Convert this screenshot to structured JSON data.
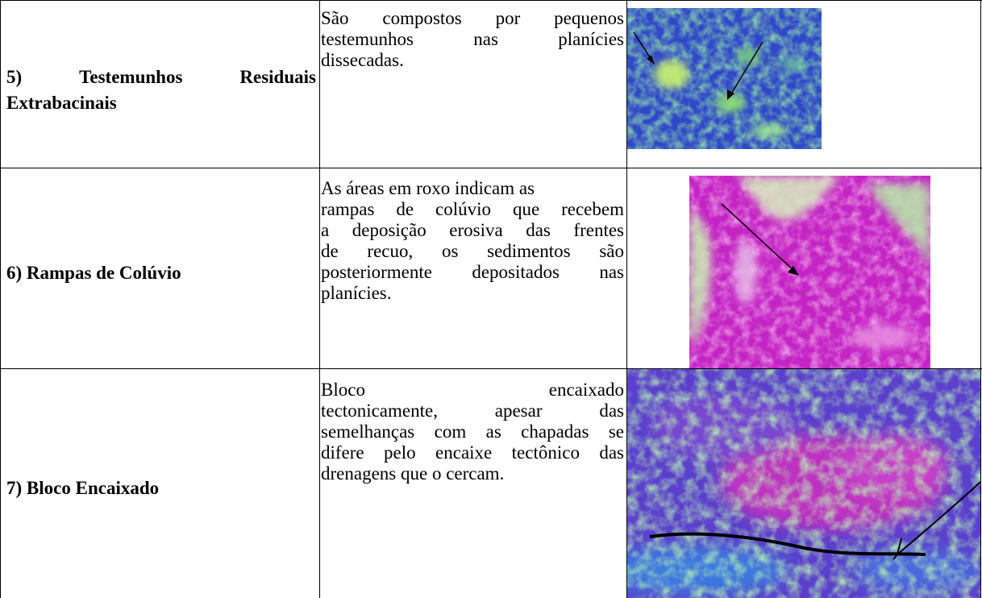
{
  "rows": [
    {
      "label": {
        "part1": "5)",
        "part2": "Testemunhos",
        "part3": "Residuais",
        "line2": "Extrabacinais"
      },
      "description": {
        "l1": "São compostos por pequenos",
        "l2a": "testemunhos",
        "l2b": "nas",
        "l2c": "planícies",
        "l3": "dissecadas."
      },
      "image": {
        "name": "residual-hills-relief-image",
        "palette": [
          "#2a40c8",
          "#3a5ae0",
          "#6fd26a",
          "#d8f07a"
        ]
      }
    },
    {
      "label": {
        "text": "6) Rampas de Colúvio"
      },
      "description": {
        "l1": "As áreas em roxo indicam as",
        "l2": "rampas de colúvio que recebem",
        "l3": "a deposição erosiva das frentes",
        "l4": "de recuo, os sedimentos são",
        "l5": "posteriormente depositados nas",
        "l6": "planícies."
      },
      "image": {
        "name": "colluvium-ramps-relief-image",
        "palette": [
          "#c020c8",
          "#e060d0",
          "#b8e8a0",
          "#f0c8e8"
        ]
      }
    },
    {
      "label": {
        "text": "7) Bloco Encaixado"
      },
      "description": {
        "l1a": "Bloco",
        "l1b": "encaixado",
        "l2a": "tectonicamente,",
        "l2b": "apesar",
        "l2c": "das",
        "l3": "semelhanças com as chapadas se",
        "l4": "difere pelo encaixe tectônico das",
        "l5": "drenagens que o cercam."
      },
      "image": {
        "name": "fitted-block-relief-image",
        "palette": [
          "#5a3ad0",
          "#c030c0",
          "#80f070",
          "#3a7ae0"
        ]
      }
    }
  ]
}
